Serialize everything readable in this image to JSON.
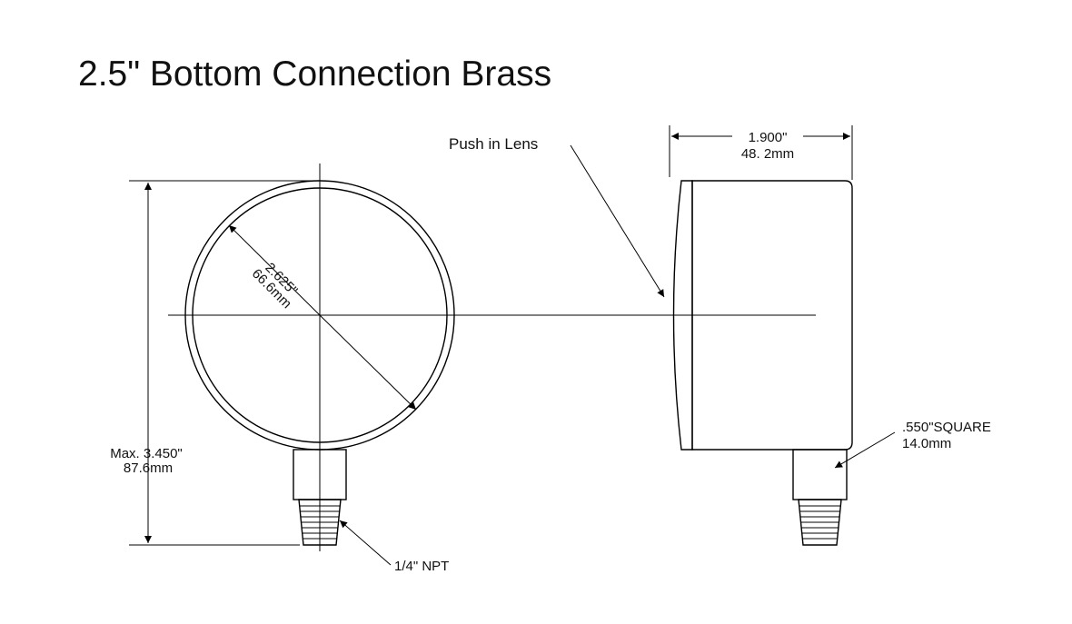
{
  "title": "2.5\" Bottom Connection Brass",
  "annotations": {
    "lens": "Push in Lens",
    "depth_in": "1.900\"",
    "depth_mm": "48. 2mm",
    "dial_in": "2.625\"",
    "dial_mm": "66.6mm",
    "height_in": "Max. 3.450\"",
    "height_mm": "87.6mm",
    "square_in": ".550\"SQUARE",
    "square_mm": "14.0mm",
    "thread": "1/4\" NPT"
  }
}
